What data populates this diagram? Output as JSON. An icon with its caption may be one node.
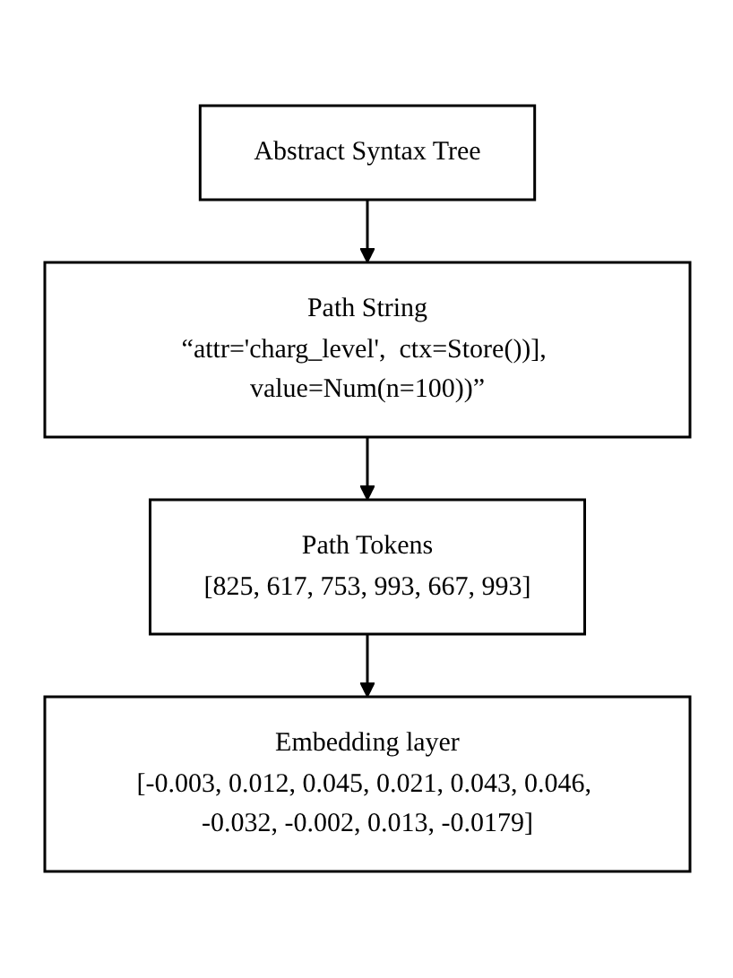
{
  "diagram": {
    "nodes": [
      {
        "text": [
          "Abstract Syntax Tree"
        ]
      },
      {
        "text": [
          "Path String",
          "“attr='charg_level',  ctx=Store())], value=Num(n=100))”"
        ]
      },
      {
        "text": [
          "Path Tokens",
          "[825, 617, 753, 993, 667, 993]"
        ]
      },
      {
        "text": [
          "Embedding layer",
          "[-0.003, 0.012, 0.045, 0.021, 0.043, 0.046, -0.032, -0.002, 0.013, -0.0179]"
        ]
      }
    ],
    "edges": [
      {
        "from": 0,
        "to": 1,
        "arrow": "to"
      },
      {
        "from": 1,
        "to": 2,
        "arrow": "to"
      },
      {
        "from": 2,
        "to": 3,
        "arrow": "to"
      }
    ]
  }
}
